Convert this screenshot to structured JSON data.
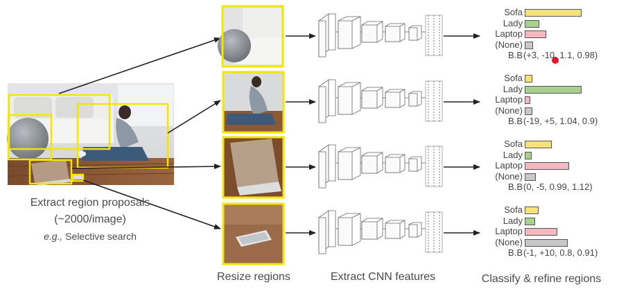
{
  "captions": {
    "proposals_line1": "Extract region proposals",
    "proposals_line2": "(~2000/image)",
    "proposals_line3_em": "e.g.,",
    "proposals_line3_rest": " Selective search",
    "resize": "Resize regions",
    "cnn": "Extract CNN features",
    "classify": "Classify & refine regions"
  },
  "class_labels": [
    "Sofa",
    "Lady",
    "Laptop",
    "(None)",
    "B.B"
  ],
  "class_colors": {
    "Sofa": "#f6e17a",
    "Lady": "#a9d08e",
    "Laptop": "#f4b8c0",
    "(None)": "#c8c8c8"
  },
  "accent": {
    "box_yellow": "#f2e600",
    "cursor_dot": "#e8132a",
    "arrow": "#222222"
  },
  "scores_max": 1.0,
  "rows": [
    {
      "region": "sofa-ball crop",
      "scores": {
        "Sofa": 1.0,
        "Lady": 0.25,
        "Laptop": 0.38,
        "(None)": 0.15
      },
      "bb": "(+3, -10, 1.1, 0.98)"
    },
    {
      "region": "lady crop",
      "scores": {
        "Sofa": 0.14,
        "Lady": 1.0,
        "Laptop": 0.1,
        "(None)": 0.14
      },
      "bb": "(-19, +5, 1.04, 0.9)"
    },
    {
      "region": "laptop crop",
      "scores": {
        "Sofa": 0.48,
        "Lady": 0.12,
        "Laptop": 0.78,
        "(None)": 0.2
      },
      "bb": "(0, -5, 0.99, 1.12)"
    },
    {
      "region": "phone crop",
      "scores": {
        "Sofa": 0.24,
        "Lady": 0.18,
        "Laptop": 0.57,
        "(None)": 0.76
      },
      "bb": "(-1, +10, 0.8, 0.91)"
    }
  ]
}
